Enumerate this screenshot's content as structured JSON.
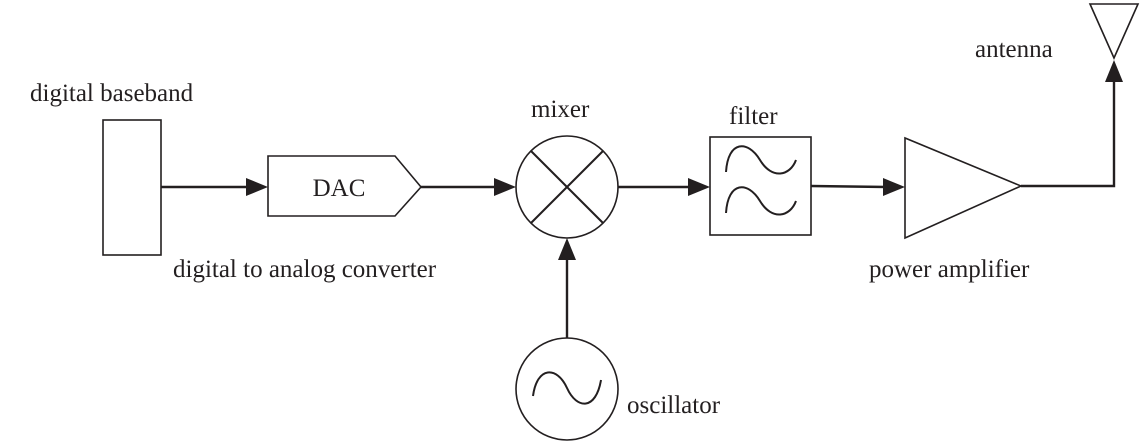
{
  "labels": {
    "digital_baseband": "digital baseband",
    "dac": "DAC",
    "dac_caption": "digital to analog converter",
    "mixer": "mixer",
    "filter": "filter",
    "power_amplifier": "power amplifier",
    "antenna": "antenna",
    "oscillator": "oscillator"
  },
  "icons": {
    "mixer": "mixer-cross-icon",
    "filter": "bandpass-filter-icon",
    "oscillator": "sine-wave-icon",
    "amplifier": "triangle-amplifier-icon",
    "antenna": "antenna-icon"
  },
  "colors": {
    "line": "#231f20",
    "background": "#ffffff"
  }
}
